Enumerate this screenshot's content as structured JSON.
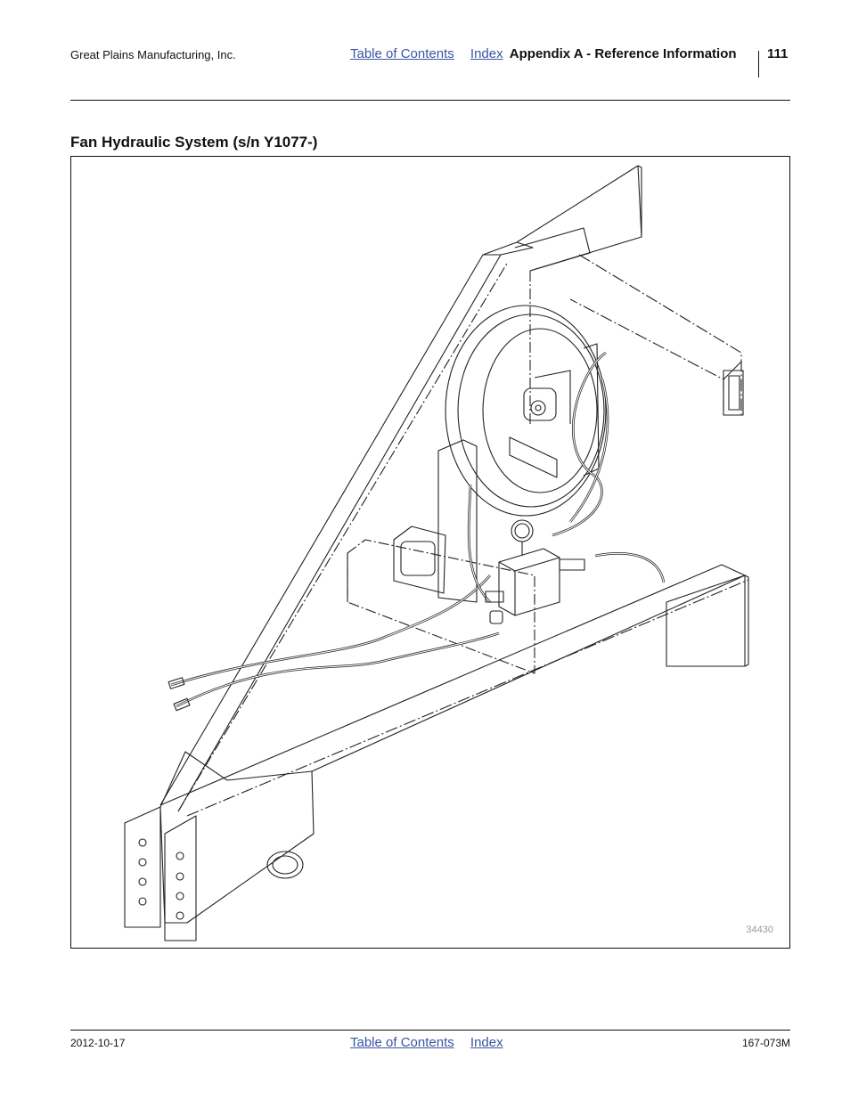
{
  "header": {
    "company": "Great Plains Manufacturing, Inc.",
    "toc_link": "Table of Contents",
    "index_link": "Index",
    "section": "Appendix A - Reference Information",
    "page_number": "111"
  },
  "title": "Fan Hydraulic System (s/n Y1077-)",
  "figure": {
    "number": "34430"
  },
  "footer": {
    "date": "2012-10-17",
    "toc_link": "Table of Contents",
    "index_link": "Index",
    "doc_number": "167-073M"
  }
}
